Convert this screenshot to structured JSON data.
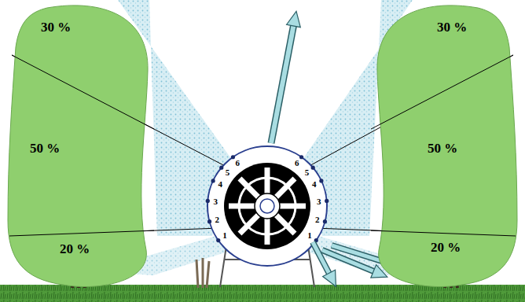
{
  "diagram": {
    "nodes": [
      {
        "text": [
          "30 %",
          "50 %",
          "20 %"
        ]
      },
      {
        "text": [
          "30 %",
          "50 %",
          "20 %"
        ]
      }
    ],
    "labels": [
      "6",
      "5",
      "4",
      "3",
      "2",
      "1",
      "6",
      "5",
      "4",
      "3",
      "2",
      "1"
    ]
  }
}
